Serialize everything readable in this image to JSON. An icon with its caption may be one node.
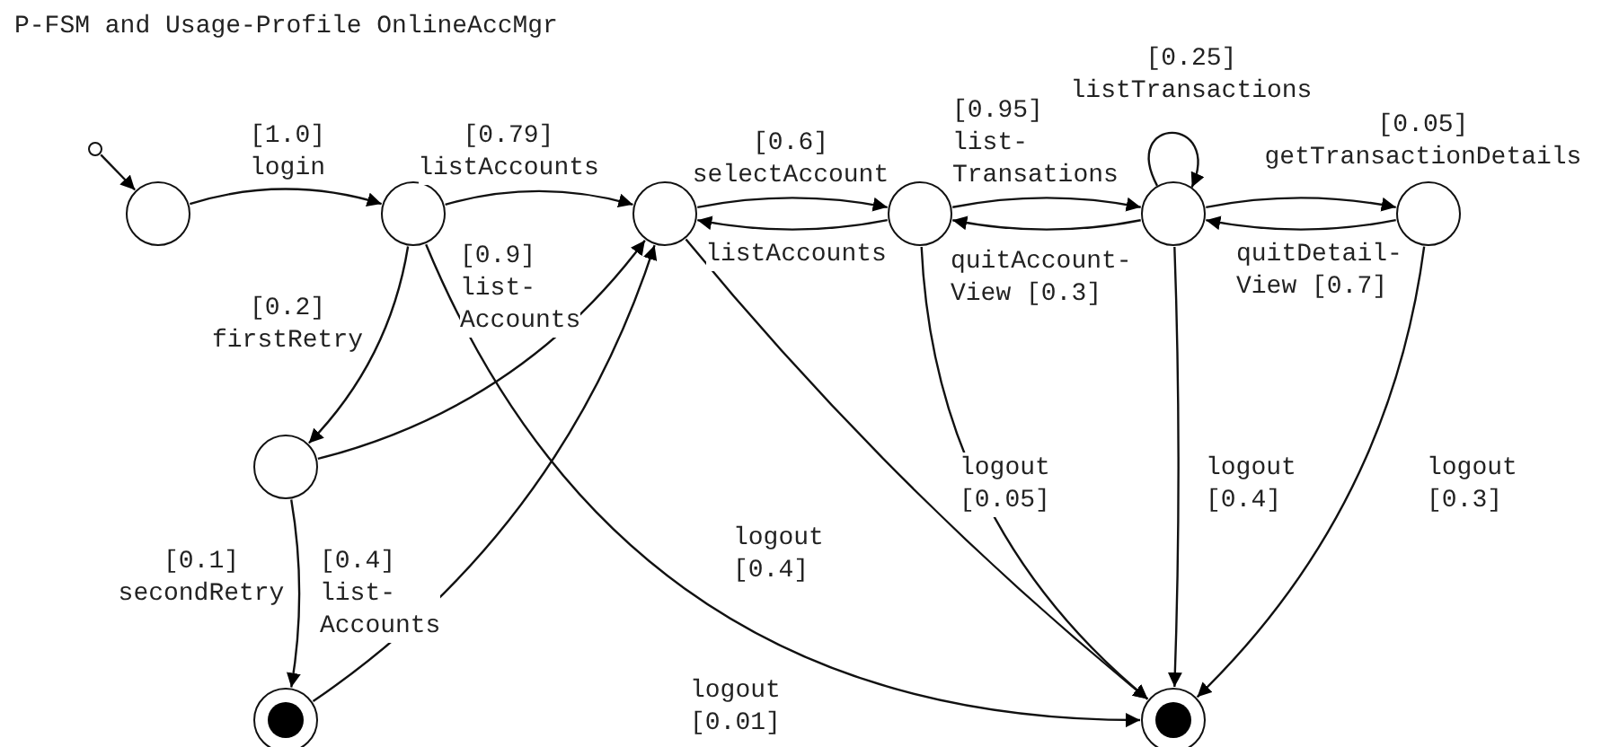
{
  "diagram": {
    "title": "P-FSM and Usage-Profile OnlineAccMgr",
    "nodes": [
      {
        "text": [],
        "shape": "circle"
      },
      {
        "text": [],
        "shape": "circle"
      },
      {
        "text": [],
        "shape": "circle"
      },
      {
        "text": [],
        "shape": "circle"
      },
      {
        "text": [],
        "shape": "circle"
      },
      {
        "text": [],
        "shape": "circle"
      },
      {
        "text": [],
        "shape": "circle"
      },
      {
        "text": [],
        "shape": "circle"
      },
      {
        "text": [],
        "shape": "bullseye"
      },
      {
        "text": [],
        "shape": "bullseye"
      }
    ],
    "edges": [
      {
        "from": 0,
        "to": 1,
        "arrow": "to"
      },
      {
        "from": 1,
        "to": 2,
        "arrow": "to",
        "label": "[1.0] login"
      },
      {
        "from": 2,
        "to": 3,
        "arrow": "to",
        "label": "[0.79] listAccounts"
      },
      {
        "from": 3,
        "to": 4,
        "arrow": "to",
        "label": "[0.6] selectAccount"
      },
      {
        "from": 4,
        "to": 3,
        "arrow": "to",
        "label": "listAccounts"
      },
      {
        "from": 4,
        "to": 5,
        "arrow": "to",
        "label": "[0.95] list- Transations"
      },
      {
        "from": 5,
        "to": 4,
        "arrow": "to",
        "label": "quitAccount- View [0.3]"
      },
      {
        "from": 5,
        "to": 5,
        "arrow": "to",
        "label": "[0.25] listTransactions"
      },
      {
        "from": 5,
        "to": 6,
        "arrow": "to",
        "label": "[0.05] getTransactionDetails"
      },
      {
        "from": 6,
        "to": 5,
        "arrow": "to",
        "label": "quitDetail- View [0.7]"
      },
      {
        "from": 2,
        "to": 7,
        "arrow": "to",
        "label": "[0.2] firstRetry"
      },
      {
        "from": 7,
        "to": 3,
        "arrow": "to",
        "label": "[0.9] list- Accounts"
      },
      {
        "from": 7,
        "to": 8,
        "arrow": "to",
        "label": "[0.1] secondRetry"
      },
      {
        "from": 8,
        "to": 3,
        "arrow": "to",
        "label": "[0.4] list- Accounts"
      },
      {
        "from": 2,
        "to": 9,
        "arrow": "to",
        "label": "logout [0.01]"
      },
      {
        "from": 3,
        "to": 9,
        "arrow": "to",
        "label": "logout [0.4]"
      },
      {
        "from": 4,
        "to": 9,
        "arrow": "to",
        "label": "logout [0.05]"
      },
      {
        "from": 5,
        "to": 9,
        "arrow": "to",
        "label": "logout [0.4]"
      },
      {
        "from": 6,
        "to": 9,
        "arrow": "to",
        "label": "logout [0.3]"
      }
    ]
  }
}
